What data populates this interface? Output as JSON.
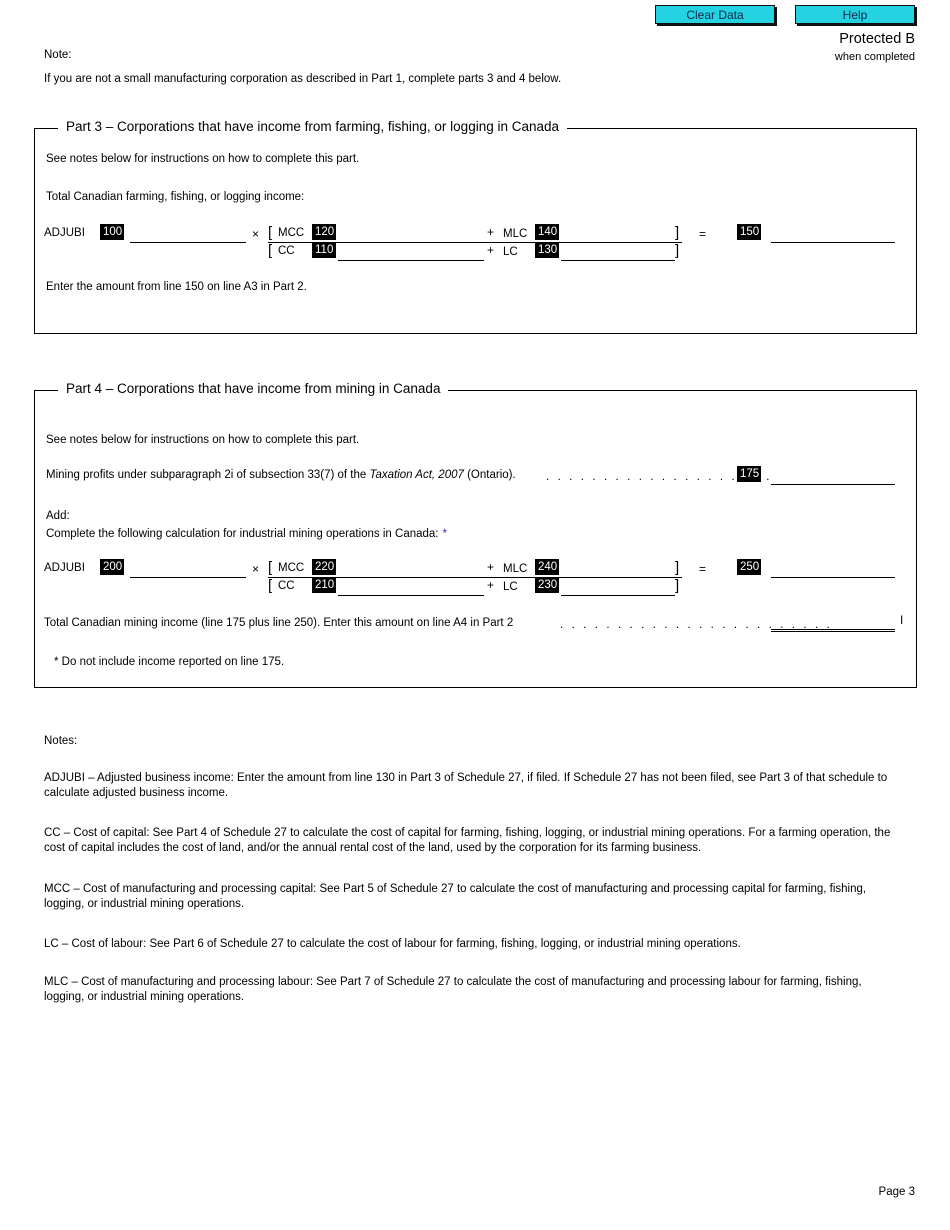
{
  "toolbar": {
    "clear_data_label": "Clear Data",
    "help_label": "Help",
    "button_color": "#25d2e2",
    "button_text_color": "#0b2a4a"
  },
  "header": {
    "protected_main": "Protected B",
    "protected_sub": "when completed"
  },
  "note_top": {
    "label": "Note:",
    "text": "If you are not a small manufacturing corporation as described in Part 1, complete parts 3 and 4 below."
  },
  "part3": {
    "title": "Part 3 – Corporations that have income from farming, fishing, or logging in Canada",
    "see_notes": "See notes below for instructions on how to complete this part.",
    "total_income_label": "Total Canadian farming, fishing, or logging income:",
    "adjubi_label": "ADJUBI",
    "adjubi_code": "100",
    "multiply_symbol": "×",
    "numerator": {
      "bracket_open": "[",
      "label": "MCC",
      "code": "120",
      "plus": "+",
      "label2": "MLC",
      "code2": "140",
      "bracket_close": "]"
    },
    "denominator": {
      "bracket_open": "[",
      "label": "CC",
      "code": "110",
      "plus": "+",
      "label2": "LC",
      "code2": "130",
      "bracket_close": "]"
    },
    "equals_symbol": "=",
    "result_code": "150",
    "footer_text": "Enter the amount from line 150 on line A3 in Part 2."
  },
  "part4": {
    "title": "Part 4 – Corporations that have income from mining in Canada",
    "see_notes": "See notes below for instructions on how to complete this part.",
    "mining_profits_prefix": "Mining profits under subparagraph 2i of subsection 33(7) of the ",
    "mining_profits_italic": "Taxation Act, 2007",
    "mining_profits_suffix": " (Ontario).",
    "mining_profits_dots": ". . . . . . . . . . . . . . . . . . . .",
    "mining_profits_code": "175",
    "add_label": "Add:",
    "calculation_label": "Complete the following calculation for industrial mining operations in Canada:",
    "calculation_star": "*",
    "adjubi_label": "ADJUBI",
    "adjubi_code": "200",
    "multiply_symbol": "×",
    "numerator": {
      "bracket_open": "[",
      "label": "MCC",
      "code": "220",
      "plus": "+",
      "label2": "MLC",
      "code2": "240",
      "bracket_close": "]"
    },
    "denominator": {
      "bracket_open": "[",
      "label": "CC",
      "code": "210",
      "plus": "+",
      "label2": "LC",
      "code2": "230",
      "bracket_close": "]"
    },
    "equals_symbol": "=",
    "result_code": "250",
    "total_text": "Total Canadian mining income (line 175 plus line 250). Enter this amount on line A4 in Part 2",
    "total_dots": ". . . . . . . . . . . . . . . . . . . . . . . .",
    "total_marker": "I",
    "footnote": "*  Do not include income reported on line 175."
  },
  "notes": {
    "heading": "Notes:",
    "items": [
      "ADJUBI – Adjusted business income: Enter the amount from line 130 in Part 3 of Schedule 27, if filed. If Schedule 27 has not been filed, see Part 3 of that schedule to calculate adjusted business income.",
      "CC – Cost of capital: See Part 4 of Schedule 27 to calculate the cost of capital for farming, fishing, logging, or industrial mining operations. For a farming operation, the cost of capital includes the cost of land, and/or the annual rental cost of the land, used by the corporation for its farming business.",
      "MCC – Cost of manufacturing and processing capital: See Part 5 of Schedule 27 to calculate the cost of manufacturing and processing capital for farming, fishing, logging, or industrial mining operations.",
      "LC – Cost of labour: See Part 6 of Schedule 27 to calculate the cost of labour for farming, fishing, logging, or industrial mining operations.",
      "MLC – Cost of manufacturing and processing labour: See Part 7 of Schedule 27 to calculate the cost of manufacturing and processing labour for farming, fishing, logging, or industrial mining operations."
    ]
  },
  "footer": {
    "page_label": "Page 3"
  }
}
